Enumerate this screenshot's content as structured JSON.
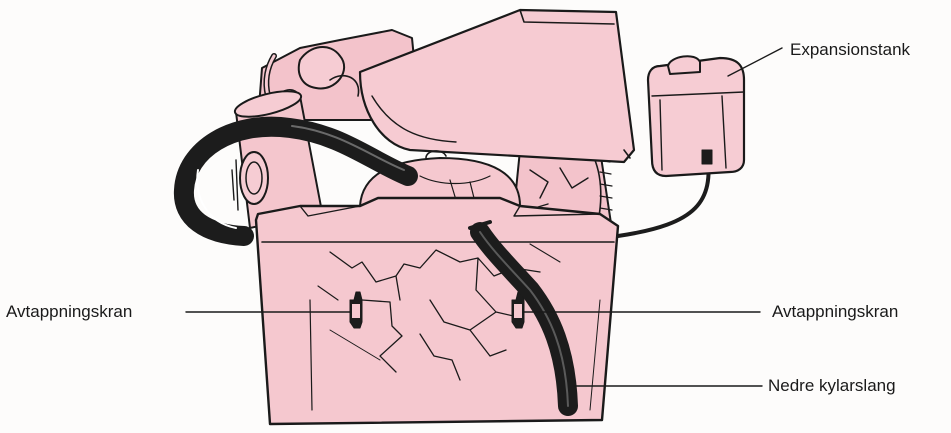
{
  "labels": {
    "expansion_tank": "Expansionstank",
    "drain_cock_left": "Avtappningskran",
    "drain_cock_right": "Avtappningskran",
    "lower_radiator_hose": "Nedre kylarslang"
  },
  "colors": {
    "body_fill": "#f5c8cf",
    "outline": "#1a1a1a",
    "hose": "#1c1c1c",
    "background": "#fdfcfb"
  }
}
